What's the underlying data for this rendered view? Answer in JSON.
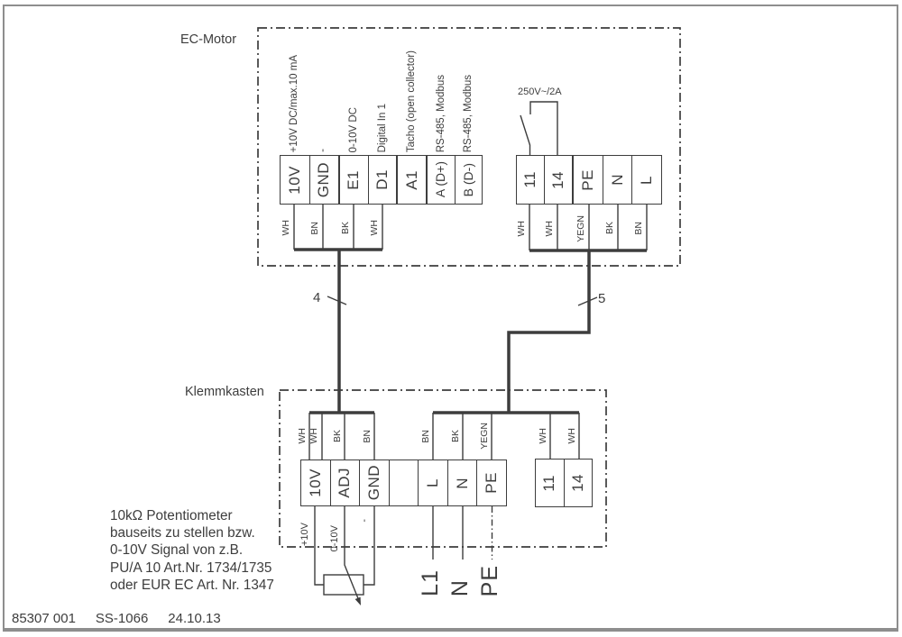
{
  "ec_motor": {
    "title": "EC-Motor",
    "switch_rating": "250V~/2A",
    "signal_terminals": [
      {
        "id": "10V",
        "function": "+10V DC/max.10 mA",
        "wire": "WH"
      },
      {
        "id": "GND",
        "function": "-",
        "wire": "BN"
      },
      {
        "id": "E1",
        "function": "0-10V DC",
        "wire": "BK"
      },
      {
        "id": "D1",
        "function": "Digital In 1",
        "wire": "WH"
      },
      {
        "id": "A1",
        "function": "Tacho (open collector)",
        "wire": ""
      },
      {
        "id": "A (D+)",
        "function": "RS-485, Modbus",
        "wire": ""
      },
      {
        "id": "B (D-)",
        "function": "RS-485, Modbus",
        "wire": ""
      }
    ],
    "power_terminals": [
      {
        "id": "11",
        "wire": "WH"
      },
      {
        "id": "14",
        "wire": "WH"
      },
      {
        "id": "PE",
        "wire": "YEGN"
      },
      {
        "id": "N",
        "wire": "BK"
      },
      {
        "id": "L",
        "wire": "BN"
      }
    ]
  },
  "cables": {
    "signal_cable_label": "4",
    "power_cable_label": "5"
  },
  "klemmkasten": {
    "title": "Klemmkasten",
    "main_terminals": [
      {
        "id": "10V",
        "below": "+10V"
      },
      {
        "id": "ADJ",
        "below": "0-10V"
      },
      {
        "id": "GND",
        "below": "-"
      },
      {
        "id": ""
      },
      {
        "id": "L"
      },
      {
        "id": "N"
      },
      {
        "id": "PE"
      }
    ],
    "wires_left": [
      "WH",
      "WH",
      "BK",
      "BN"
    ],
    "wires_mid": [
      "BN",
      "BK",
      "YEGN"
    ],
    "wires_relay": [
      "WH",
      "WH"
    ],
    "relay_terminals": [
      {
        "id": "11"
      },
      {
        "id": "14"
      }
    ]
  },
  "supply_labels": [
    "L1",
    "N",
    "PE"
  ],
  "note_lines": [
    "10kΩ Potentiometer",
    "bauseits zu stellen bzw.",
    "0-10V Signal von z.B.",
    "PU/A 10 Art.Nr. 1734/1735",
    "oder EUR EC Art. Nr. 1347"
  ],
  "footer": {
    "doc_number": "85307 001",
    "sheet": "SS-1066",
    "date": "24.10.13"
  },
  "colors": {
    "line": "#3d3d3d",
    "frame": "#8e8e8e",
    "background": "#ffffff"
  }
}
